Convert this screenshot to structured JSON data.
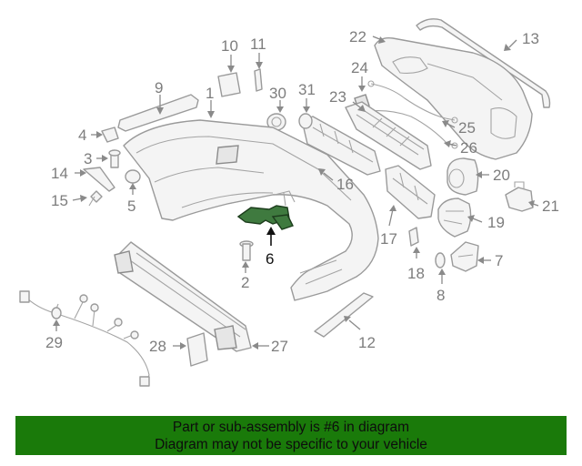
{
  "diagram": {
    "callouts": [
      "1",
      "2",
      "3",
      "4",
      "5",
      "6",
      "7",
      "8",
      "9",
      "10",
      "11",
      "12",
      "13",
      "14",
      "15",
      "16",
      "17",
      "18",
      "19",
      "20",
      "21",
      "22",
      "23",
      "24",
      "25",
      "26",
      "27",
      "28",
      "29",
      "30",
      "31"
    ],
    "highlighted_part": "6"
  },
  "banner": {
    "line1": "Part or sub-assembly is #6 in diagram",
    "line2": "Diagram may not be specific to your vehicle",
    "background": "#1a7a0a"
  },
  "colors": {
    "highlight": "#3f7a3f",
    "line": "#8a8a8a"
  }
}
